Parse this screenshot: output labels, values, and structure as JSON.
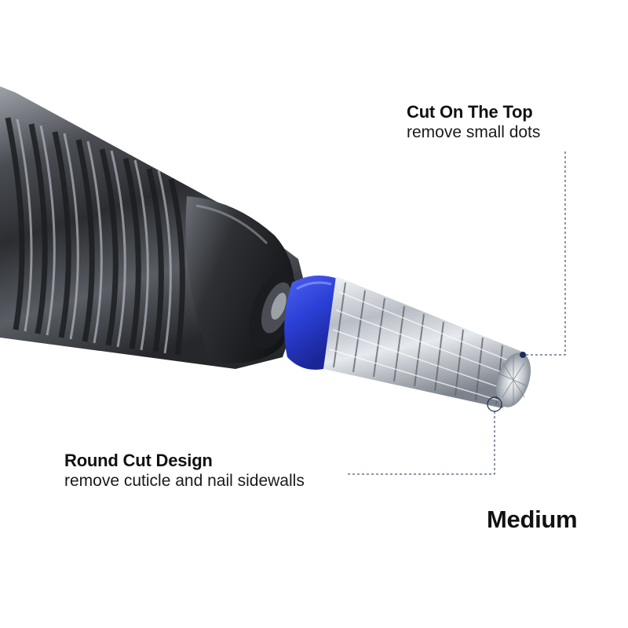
{
  "callouts": {
    "top": {
      "title": "Cut On The Top",
      "description": "remove small dots"
    },
    "side": {
      "title": "Round Cut Design",
      "description": "remove cuticle and nail sidewalls"
    }
  },
  "grit_label": "Medium",
  "colors": {
    "accent_band": "#2a3fd6",
    "leader_line": "#1d2b5a",
    "handpiece": "#3a3d42",
    "bit_steel": "#c9ced6"
  }
}
